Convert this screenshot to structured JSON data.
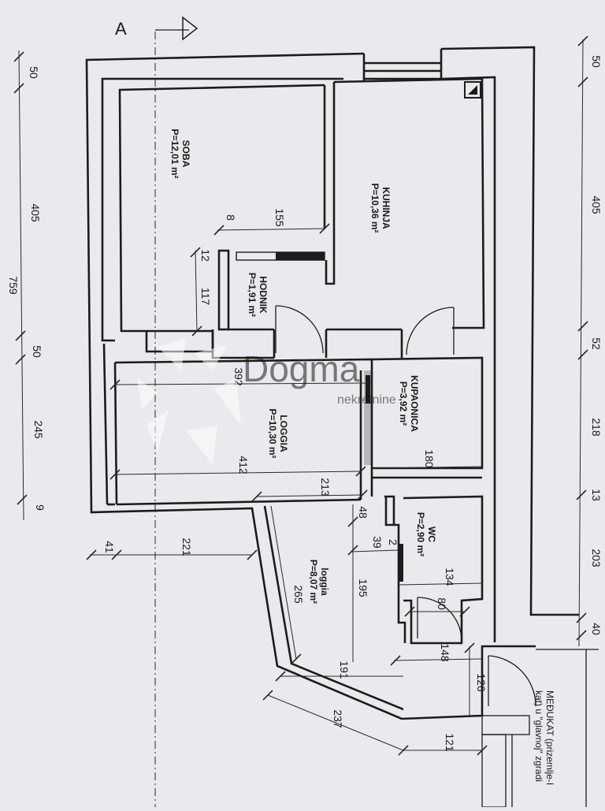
{
  "section_marker": "A",
  "rooms": {
    "soba": {
      "name": "SOBA",
      "area": "P=12,01 m²"
    },
    "kuhinja": {
      "name": "KUHINJA",
      "area": "P=10,36 m²"
    },
    "hodnik": {
      "name": "HODNIK",
      "area": "P=1,91 m²"
    },
    "kupaonica": {
      "name": "KUPAONICA",
      "area": "P=3,92 m²"
    },
    "loggia_main": {
      "name": "LOGGIA",
      "area": "P=10,30 m²"
    },
    "wc": {
      "name": "WC",
      "area": "P=2,90 m²"
    },
    "loggia_small": {
      "name": "loggia",
      "area": "P=8,07 m²"
    }
  },
  "dimensions": {
    "left_50": "50",
    "left_405": "405",
    "left_759": "759",
    "left_50b": "50",
    "left_245": "245",
    "left_9": "9",
    "right_50": "50",
    "right_405": "405",
    "right_52": "52",
    "right_218": "218",
    "right_13": "13",
    "right_203": "203",
    "right_40": "40",
    "d_155": "155",
    "d_8": "8",
    "d_12": "12",
    "d_117": "117",
    "d_392": "392",
    "d_412": "412",
    "d_180": "180",
    "d_213": "213",
    "d_48": "48",
    "d_39": "39",
    "d_2": "2",
    "d_195": "195",
    "d_134": "134",
    "d_80": "80",
    "d_148": "148",
    "d_265": "265",
    "d_191": "191",
    "d_126": "126",
    "d_237": "237",
    "d_121": "121",
    "d_41": "41",
    "d_221": "221"
  },
  "note": {
    "line1": "MEĐUKAT  (prizemlje-I",
    "line2": "kat)  u \"glavnoj\" zgradi"
  },
  "watermark": {
    "brand": "Dogma",
    "sub": "nekretnine"
  }
}
